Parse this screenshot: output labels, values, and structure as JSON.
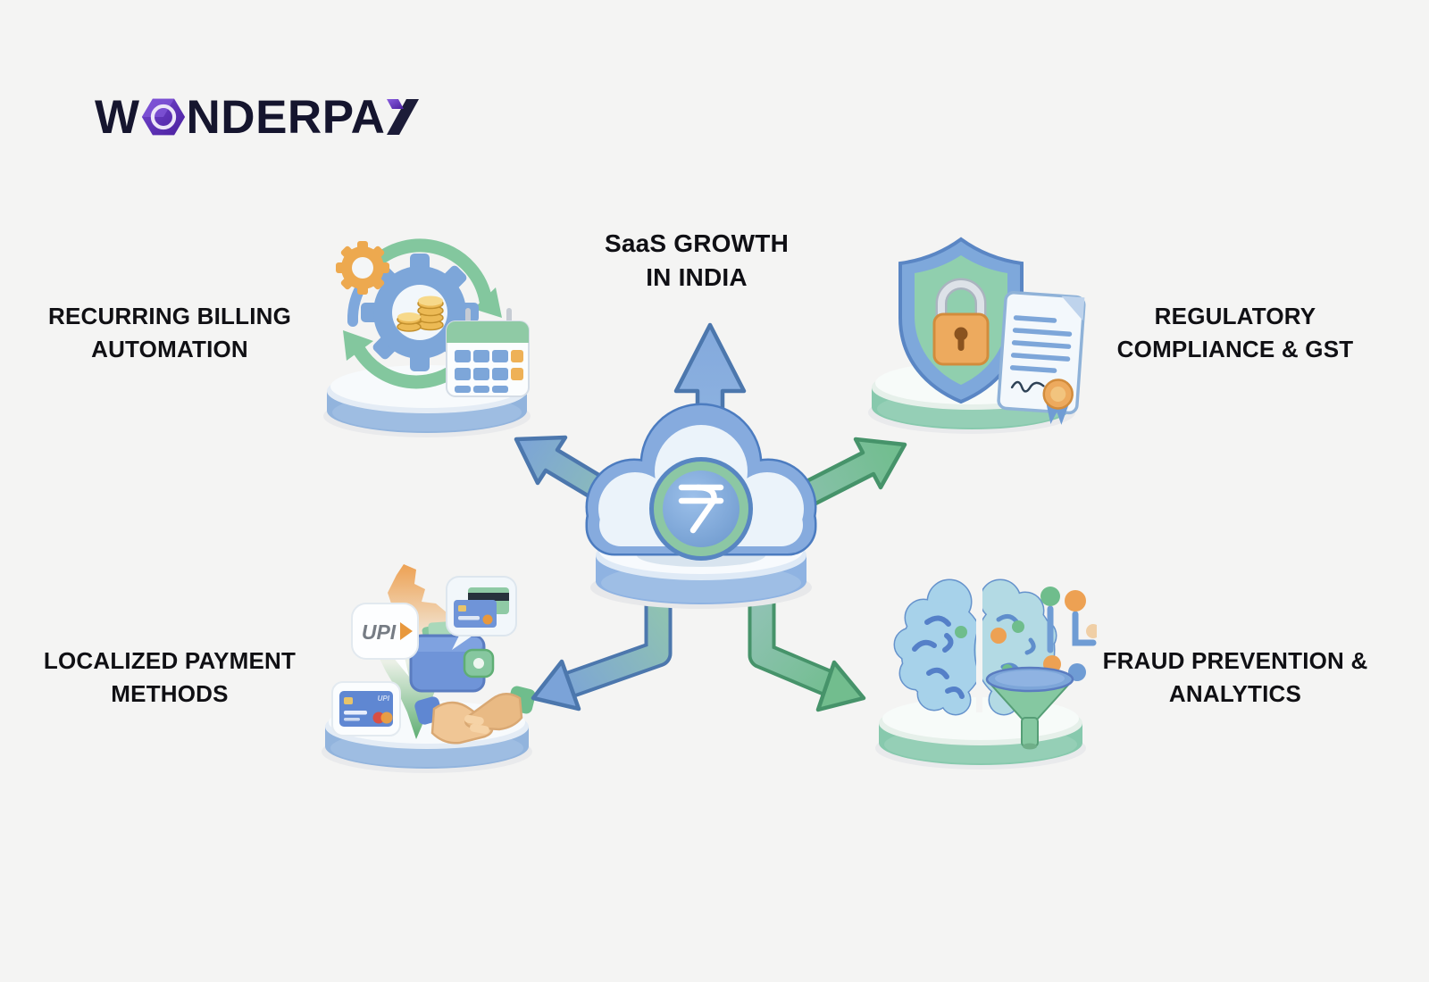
{
  "colors": {
    "background": "#f4f4f3",
    "text": "#101014",
    "brand_purple": "#5b2db5",
    "brand_purple_light": "#7448cf",
    "arrow_blue": "#7ba3d8",
    "arrow_green": "#72bd8e",
    "arrow_teal": "#8fc2b2",
    "pedestal_blue": "#92b4dd",
    "pedestal_green": "#87c9ad",
    "india_saffron": "#eda153",
    "india_green": "#5fae74",
    "coin_gold": "#ecba55",
    "lock_orange": "#edaa5e"
  },
  "logo": {
    "word_start": "W",
    "word_middle": "NDER",
    "word_bold": "PA",
    "o_icon": "hexagon-o-icon",
    "y_icon": "stylized-y-icon"
  },
  "center": {
    "title_line1": "SaaS GROWTH",
    "title_line2": "IN INDIA",
    "hub_icon": "cloud-rupee-icon",
    "currency_symbol": "₹"
  },
  "nodes": [
    {
      "position": "top-left",
      "icon": "gears-coins-calendar-icon",
      "label_line1": "RECURRING BILLING",
      "label_line2": "AUTOMATION"
    },
    {
      "position": "top-right",
      "icon": "shield-lock-document-icon",
      "label_line1": "REGULATORY",
      "label_line2": "COMPLIANCE & GST"
    },
    {
      "position": "bottom-left",
      "icon": "india-map-upi-wallet-handshake-icon",
      "label_line1": "LOCALIZED PAYMENT",
      "label_line2": "METHODS"
    },
    {
      "position": "bottom-right",
      "icon": "brain-funnel-analytics-icon",
      "label_line1": "FRAUD PREVENTION &",
      "label_line2": "ANALYTICS"
    }
  ],
  "icon_labels": {
    "upi_bubble": "UPI",
    "upi_card_small": "UPI"
  }
}
